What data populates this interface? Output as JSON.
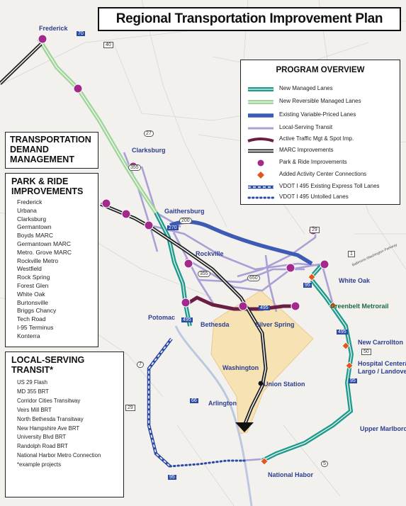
{
  "title": "Regional Transportation Improvement Plan",
  "legend": {
    "title": "PROGRAM OVERVIEW",
    "items": [
      {
        "label": "New Managed Lanes",
        "color": "#1f9a8c",
        "style": "teal"
      },
      {
        "label": "New Reversible Managed Lanes",
        "color": "#9fd49a",
        "style": "lightgreen"
      },
      {
        "label": "Existing Variable-Priced Lanes",
        "color": "#3d5bb5",
        "style": "blue"
      },
      {
        "label": "Local-Serving Transit",
        "color": "#aa9fd6",
        "style": "lavender"
      },
      {
        "label": "Active Traffic Mgt & Spot Imp.",
        "color": "#6b1e45",
        "style": "maroon"
      },
      {
        "label": "MARC Improvements",
        "color": "#222222",
        "style": "rail"
      },
      {
        "label": "Park & Ride Improvements",
        "color": "#a32a8c",
        "style": "dot"
      },
      {
        "label": "Added Activity Center Connections",
        "color": "#e2571f",
        "style": "diamond"
      },
      {
        "label": "VDOT I 495 Existing Express Toll Lanes",
        "color": "#2b4aa3",
        "style": "dashed"
      },
      {
        "label": "VDOT I 495 Untolled Lanes",
        "color": "#2b4aa3",
        "style": "dotted"
      }
    ]
  },
  "tdm": {
    "lines": [
      "TRANSPORTATION",
      "DEMAND",
      "MANAGEMENT"
    ]
  },
  "park_ride": {
    "heading_lines": [
      "PARK & RIDE",
      "IMPROVEMENTS"
    ],
    "items": [
      "Frederick",
      "Urbana",
      "Clarksburg",
      "Germantown",
      "Boyds MARC",
      "Germantown MARC",
      "Metro. Grove MARC",
      "Rockville Metro",
      "Westfield",
      "Rock Spring",
      "Forest Glen",
      "White Oak",
      "Burtonsville",
      "Briggs Chancy",
      "Tech Road",
      "I-95 Terminus",
      "Konterra"
    ]
  },
  "local_transit": {
    "heading_lines": [
      "LOCAL-SERVING",
      "TRANSIT*"
    ],
    "items": [
      "US 29 Flash",
      "MD 355 BRT",
      "Corridor Cities Transitway",
      "Veirs Mill BRT",
      "North Bethesda Transitway",
      "New Hampshire Ave BRT",
      "University Blvd BRT",
      "Randolph Road BRT",
      "National Harbor Metro Connection",
      "*example projects"
    ]
  },
  "places": {
    "frederick": "Frederick",
    "clarksburg": "Clarksburg",
    "gaithersburg": "Gaithersburg",
    "rockville": "Rockville",
    "white_oak": "White Oak",
    "potomac": "Potomac",
    "bethesda": "Bethesda",
    "silver_spring": "Silver Spring",
    "greenbelt": "Greenbelt Metrorail",
    "new_carrollton": "New Carrollton",
    "hospital_center_1": "Hospital Center/",
    "hospital_center_2": "Largo / Landover",
    "washington": "Washington",
    "union_station": "Union Station",
    "arlington": "Arlington",
    "upper_marlboro": "Upper Marlboro",
    "national_harbor": "National Habor"
  },
  "shields": {
    "i70": "70",
    "r40": "40",
    "r27": "27",
    "r355a": "355",
    "r270": "270",
    "r200": "200",
    "r29a": "29",
    "r1": "1",
    "r355b": "355",
    "r650": "650",
    "i95a": "95",
    "i495a": "495",
    "i495b": "495",
    "i495c": "495",
    "r50": "50",
    "i95b": "95",
    "r7": "7",
    "r29b": "29",
    "i66": "66",
    "i95c": "95",
    "r5": "5",
    "parkway": "Baltimore-Washington Parkway"
  }
}
